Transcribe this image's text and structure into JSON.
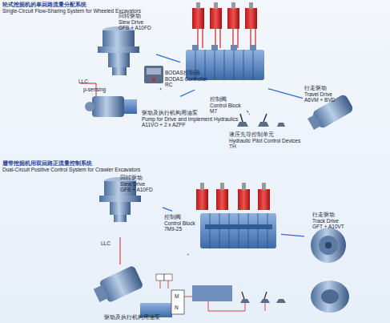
{
  "diagram": {
    "nodes": [
      {
        "text": [
          "回转驱动",
          "Slew Drive",
          "GFB + A10FD"
        ]
      },
      {
        "text": [
          "BODAS控制器",
          "BODAS Controller",
          "RC"
        ]
      },
      {
        "text": [
          "驱动及执行机构用油泵",
          "Pump for Drive and Implement Hydraulics",
          "A11VO + 2 x AZPF"
        ]
      },
      {
        "text": [
          "控制阀",
          "Control Block",
          "M7"
        ]
      },
      {
        "text": [
          "行走驱动",
          "Travel Drive",
          "A6VM + BVD"
        ]
      },
      {
        "text": [
          "液压先导控制单元",
          "Hydraulic Pilot Control Devices",
          "TH"
        ]
      },
      {
        "text": [
          "回转驱动",
          "Slew Drive",
          "GFB + A10FD"
        ]
      },
      {
        "text": [
          "控制阀",
          "Control Block",
          "7M9-25"
        ]
      },
      {
        "text": [
          "行走驱动",
          "Track Drive",
          "GFT + A10VT"
        ]
      },
      {
        "text": [
          "驱动及执行机构用油泵"
        ]
      }
    ],
    "edges": [
      {
        "from": 2,
        "to": 3,
        "arrow": "none"
      },
      {
        "from": 3,
        "to": 0,
        "arrow": "none"
      },
      {
        "from": 3,
        "to": 4,
        "arrow": "none"
      },
      {
        "from": 5,
        "to": 3,
        "arrow": "none"
      },
      {
        "from": 1,
        "to": 2,
        "arrow": "none"
      },
      {
        "from": 9,
        "to": 7,
        "arrow": "none"
      },
      {
        "from": 7,
        "to": 6,
        "arrow": "none"
      },
      {
        "from": 7,
        "to": 8,
        "arrow": "none"
      }
    ],
    "labels": [
      "轮式挖掘机的单回路流量分配系统",
      "Single-Circuit Flow-Sharing System for Wheeled Excavators",
      "LLC",
      "p-sensing",
      "履带挖掘机用双回路正流量控制系统",
      "Dual-Circuit Positive Control System for Crawler Excavators",
      "LLC",
      "M",
      "N"
    ]
  }
}
